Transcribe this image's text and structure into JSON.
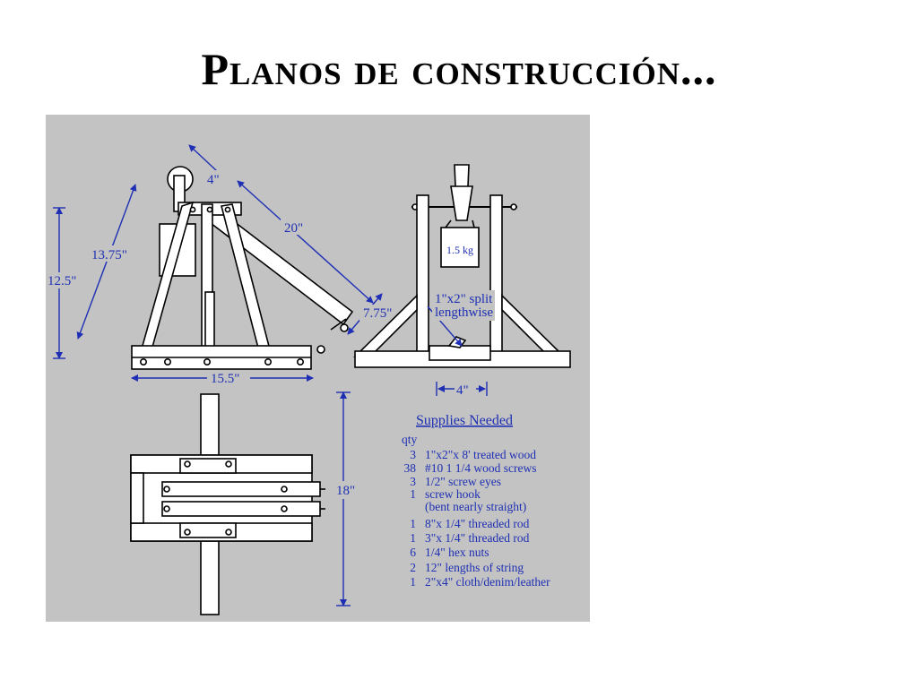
{
  "title": "Planos de construcción...",
  "colors": {
    "panel": "#c3c3c3",
    "ink": "#1e2fb4",
    "wood": "#ffffff",
    "line": "#000000"
  },
  "side_view": {
    "dim_arm_top": "4\"",
    "dim_arm": "20\"",
    "dim_leg": "13.75\"",
    "dim_height": "12.5\"",
    "dim_sling": "7.75\"",
    "dim_base": "15.5\""
  },
  "front_view": {
    "weight_label": "1.5 kg",
    "split_note_line1": "1\"x2\" split",
    "split_note_line2": "lengthwise",
    "dim_gap": "4\""
  },
  "top_view": {
    "dim_length": "18\""
  },
  "supplies": {
    "heading": "Supplies Needed",
    "qty_header": "qty",
    "items": [
      {
        "qty": "3",
        "desc": "1\"x2\"x 8' treated wood"
      },
      {
        "qty": "38",
        "desc": "#10 1 1/4 wood screws"
      },
      {
        "qty": "3",
        "desc": "1/2\" screw eyes"
      },
      {
        "qty": "1",
        "desc": "screw hook"
      },
      {
        "qty": "",
        "desc": "(bent nearly straight)"
      },
      {
        "qty": "1",
        "desc": "8\"x 1/4\" threaded rod"
      },
      {
        "qty": "1",
        "desc": "3\"x 1/4\" threaded rod"
      },
      {
        "qty": "6",
        "desc": "1/4\" hex nuts"
      },
      {
        "qty": "2",
        "desc": "12\" lengths of string"
      },
      {
        "qty": "1",
        "desc": "2\"x4\" cloth/denim/leather"
      }
    ]
  }
}
